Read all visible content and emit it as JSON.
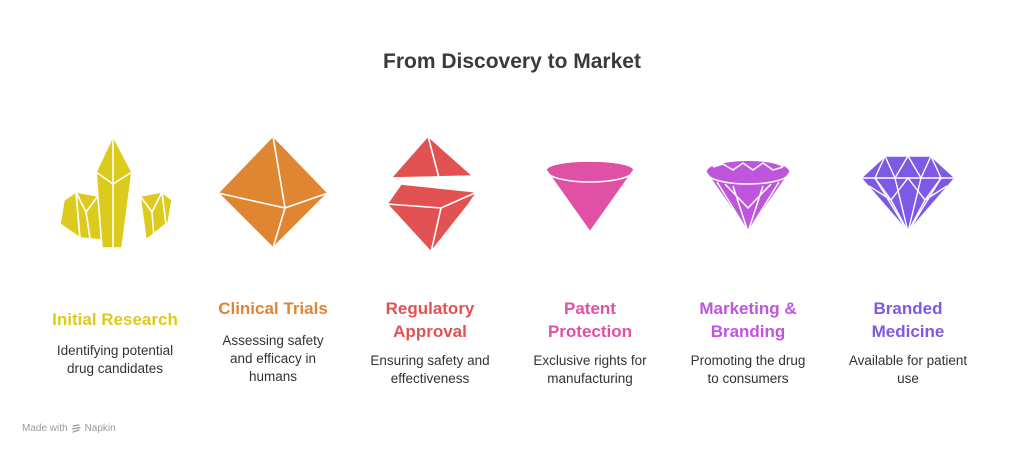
{
  "title": "From Discovery to Market",
  "colors": {
    "stage1": "#dccb1d",
    "stage2": "#e08632",
    "stage3": "#e25252",
    "stage4": "#e050a5",
    "stage5": "#bf55dc",
    "stage6": "#7e59e6"
  },
  "stages": [
    {
      "label_line1": "Initial Research",
      "label_line2": "",
      "desc_line1": "Identifying potential",
      "desc_line2": "drug candidates",
      "desc_line3": "",
      "icon": "crystal-cluster-icon"
    },
    {
      "label_line1": "Clinical Trials",
      "label_line2": "",
      "desc_line1": "Assessing safety",
      "desc_line2": "and efficacy in",
      "desc_line3": "humans",
      "icon": "octahedron-icon"
    },
    {
      "label_line1": "Regulatory",
      "label_line2": "Approval",
      "desc_line1": "Ensuring safety and",
      "desc_line2": "effectiveness",
      "desc_line3": "",
      "icon": "split-gem-icon"
    },
    {
      "label_line1": "Patent",
      "label_line2": "Protection",
      "desc_line1": "Exclusive rights for",
      "desc_line2": "manufacturing",
      "desc_line3": "",
      "icon": "rough-gem-icon"
    },
    {
      "label_line1": "Marketing &",
      "label_line2": "Branding",
      "desc_line1": "Promoting the drug",
      "desc_line2": "to consumers",
      "desc_line3": "",
      "icon": "cut-gem-icon"
    },
    {
      "label_line1": "Branded",
      "label_line2": "Medicine",
      "desc_line1": "Available for patient",
      "desc_line2": "use",
      "desc_line3": "",
      "icon": "diamond-icon"
    }
  ],
  "footer": {
    "made_with": "Made with",
    "brand": "Napkin",
    "icon": "napkin-logo-icon"
  }
}
